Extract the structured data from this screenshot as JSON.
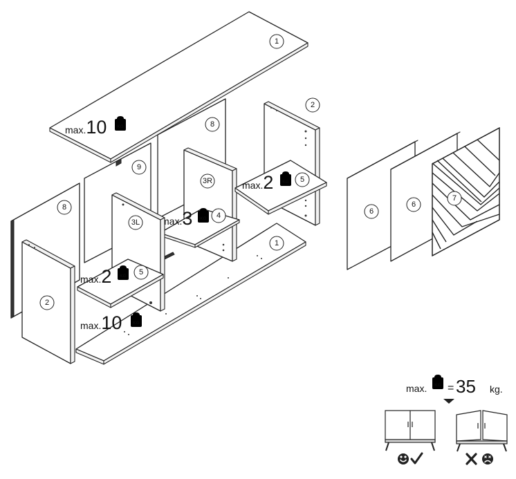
{
  "parts": {
    "top_panel": "1",
    "bottom_panel": "1",
    "side_right": "2",
    "side_left": "2",
    "divider_left": "3L",
    "divider_right": "3R",
    "middle_shelf": "4",
    "shelf_right": "5",
    "shelf_left": "5",
    "back_right": "8",
    "back_left": "8",
    "back_mid": "9",
    "door_a": "6",
    "door_b": "6",
    "door_decor": "7"
  },
  "load_labels": {
    "prefix": "max.",
    "unit_icon": "KG",
    "top": "10",
    "bottom": "10",
    "shelf_right": "2",
    "shelf_left": "2",
    "middle_shelf": "3"
  },
  "total_load": {
    "prefix": "max.",
    "equals": "=",
    "value": "35",
    "unit": "kg."
  },
  "icons": {
    "ok": "happy-face-check-icon",
    "bad": "cross-sad-face-icon"
  }
}
